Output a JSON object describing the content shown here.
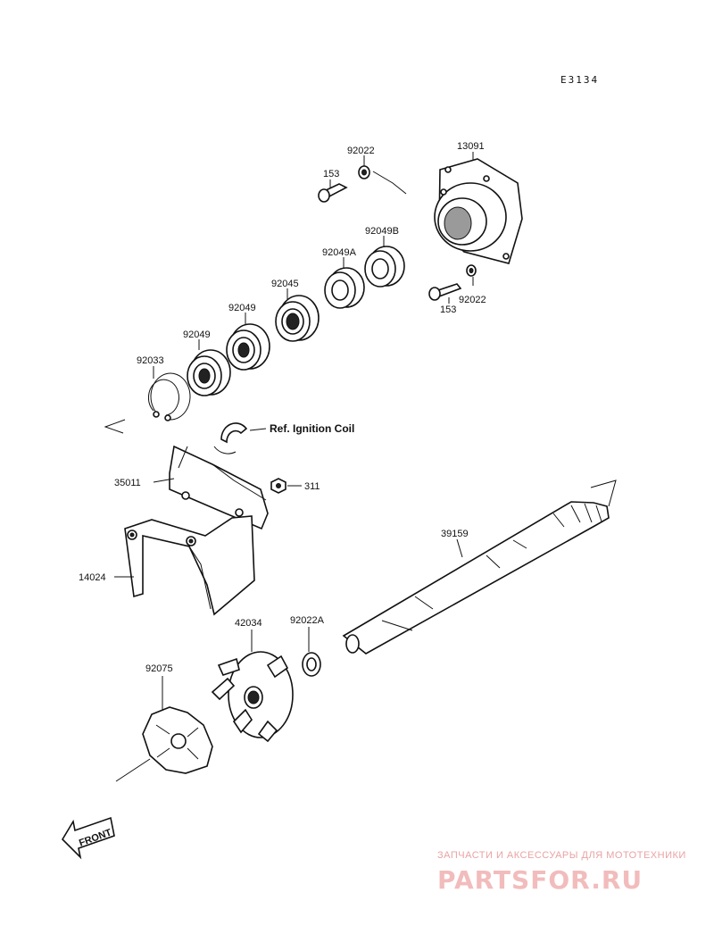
{
  "diagram_code": "E3134",
  "reference_label": "Ref. Ignition Coil",
  "front_label": "FRONT",
  "parts": {
    "p13091": "13091",
    "p92022_top": "92022",
    "p153_top": "153",
    "p92049B": "92049B",
    "p92049A": "92049A",
    "p92045": "92045",
    "p92049_a": "92049",
    "p92049_b": "92049",
    "p92033": "92033",
    "p153_right": "153",
    "p92022_right": "92022",
    "p35011": "35011",
    "p311": "311",
    "p14024": "14024",
    "p39159": "39159",
    "p42034": "42034",
    "p92022A": "92022A",
    "p92075": "92075"
  },
  "watermark": {
    "tagline": "ЗАПЧАСТИ И АКСЕССУАРЫ ДЛЯ МОТОТЕХНИКИ",
    "brand": "PARTSFOR.RU"
  }
}
